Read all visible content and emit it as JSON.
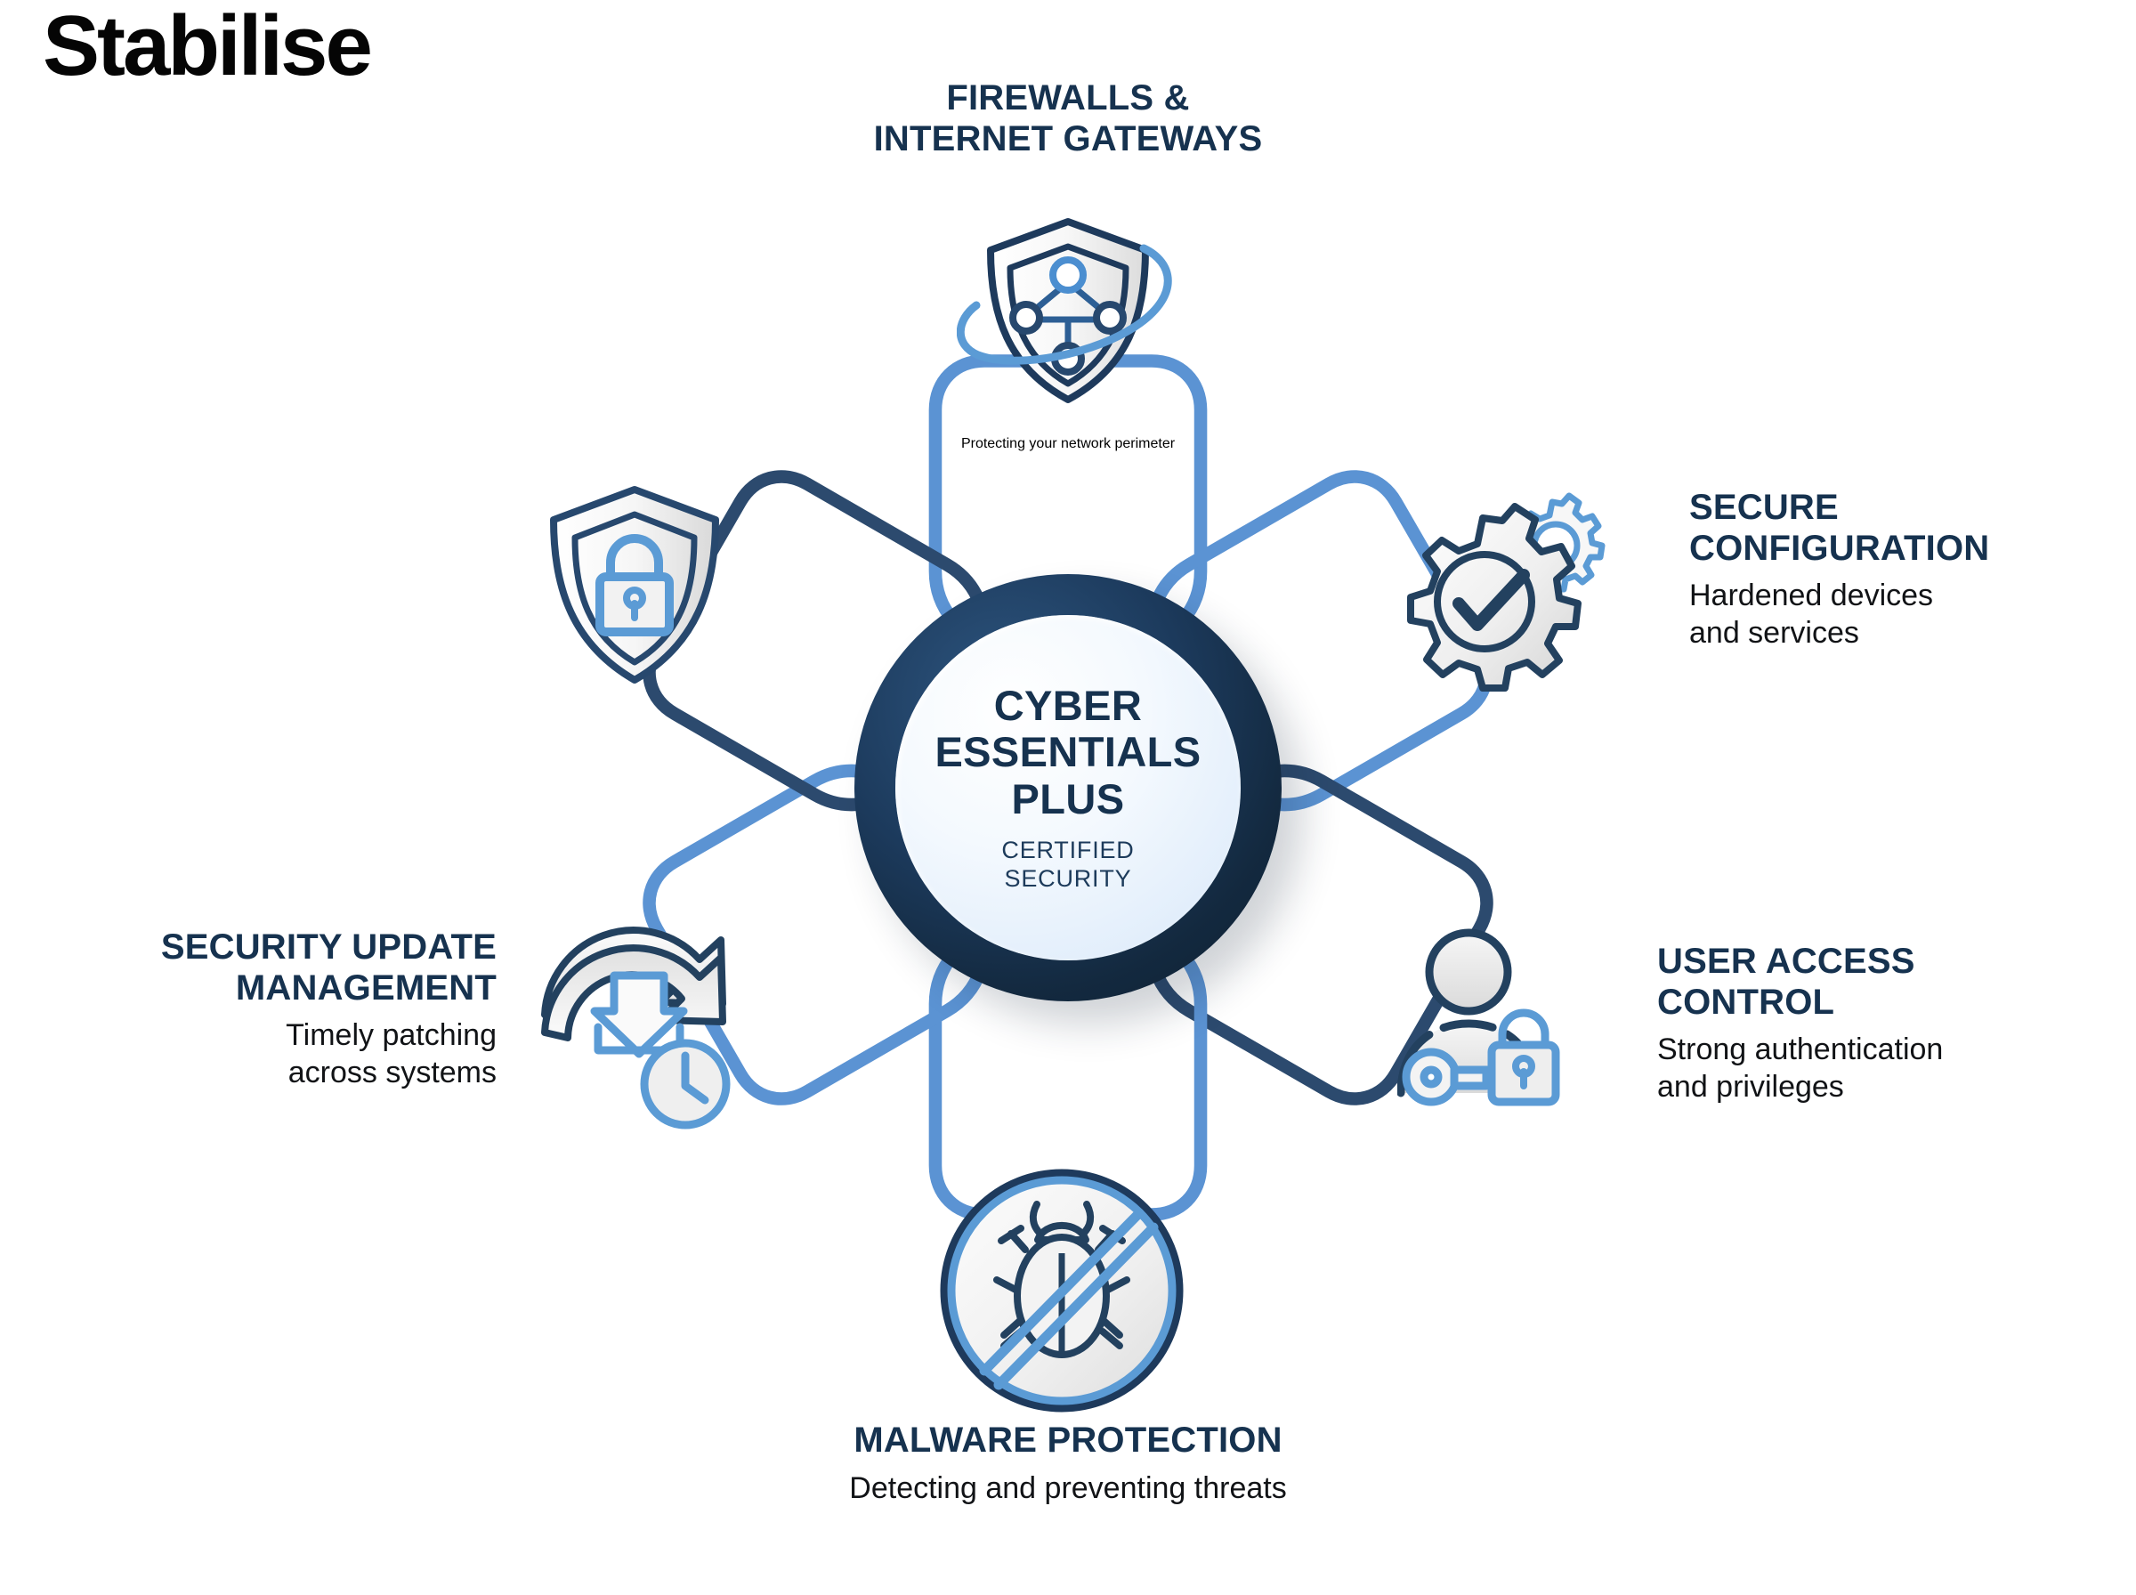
{
  "brand": {
    "name": "Stabilise"
  },
  "center": {
    "title": "CYBER\nESSENTIALS\nPLUS",
    "subtitle": "CERTIFIED\nSECURITY"
  },
  "colors": {
    "navy_dark": "#16324f",
    "navy_mid": "#2c4a6e",
    "blue_light": "#5b93d3",
    "blue_icon": "#5b9bd5",
    "hub_ring": "#1c3a5c",
    "hub_fill": "#eaf4fd",
    "body_text": "#111316",
    "background": "#ffffff"
  },
  "nodes": [
    {
      "id": "firewalls",
      "title": "FIREWALLS &\nINTERNET GATEWAYS",
      "description": "Protecting your\nnetwork perimeter",
      "icon": "shield-network-icon",
      "petal_color": "#5b93d3",
      "position": "top"
    },
    {
      "id": "secure-configuration",
      "title": "SECURE\nCONFIGURATION",
      "description": "Hardened devices\nand services",
      "icon": "gear-check-icon",
      "petal_color": "#5b93d3",
      "position": "top-right"
    },
    {
      "id": "user-access-control",
      "title": "USER ACCESS\nCONTROL",
      "description": "Strong authentication\nand privileges",
      "icon": "user-key-lock-icon",
      "petal_color": "#2c4a6e",
      "position": "bottom-right"
    },
    {
      "id": "malware-protection",
      "title": "MALWARE PROTECTION",
      "description": "Detecting and preventing threats",
      "icon": "no-bug-icon",
      "petal_color": "#5b93d3",
      "position": "bottom"
    },
    {
      "id": "security-update-management",
      "title": "SECURITY UPDATE\nMANAGEMENT",
      "description": "Timely patching\nacross systems",
      "icon": "refresh-download-clock-icon",
      "petal_color": "#5b93d3",
      "position": "bottom-left"
    },
    {
      "id": "secure-shield",
      "title": "",
      "description": "",
      "icon": "shield-lock-icon",
      "petal_color": "#2c4a6e",
      "position": "top-left"
    }
  ]
}
